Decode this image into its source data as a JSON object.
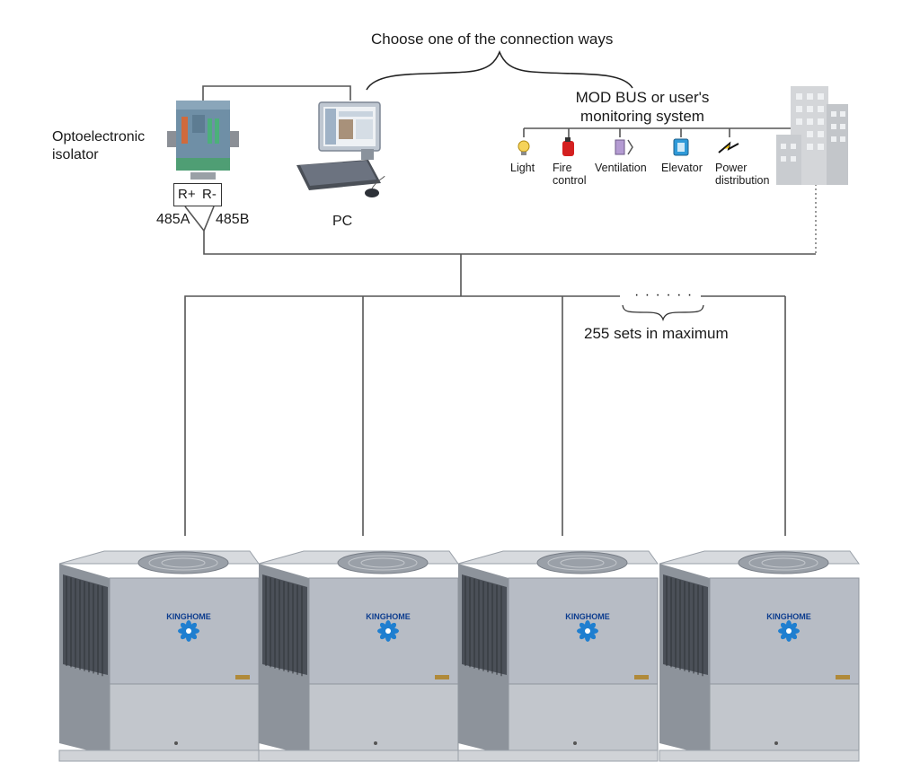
{
  "header": {
    "choose_label": "Choose one of the connection ways"
  },
  "isolator": {
    "label": "Optoelectronic isolator",
    "terminal_plus": "R+",
    "terminal_minus": "R-",
    "line_a": "485A",
    "line_b": "485B"
  },
  "pc": {
    "label": "PC"
  },
  "bms": {
    "title": "MOD BUS or user's monitoring system",
    "systems": [
      {
        "label": "Light",
        "icon": "light-bulb-icon",
        "color": "#f4c430"
      },
      {
        "label": "Fire control",
        "icon": "fire-extinguisher-icon",
        "color": "#d42020"
      },
      {
        "label": "Ventilation",
        "icon": "fan-icon",
        "color": "#a98cc8"
      },
      {
        "label": "Elevator",
        "icon": "elevator-icon",
        "color": "#2f9ad8"
      },
      {
        "label": "Power distribution",
        "icon": "lightning-icon",
        "color": "#e8c200"
      }
    ]
  },
  "bus": {
    "ellipsis": "· · · · · ·",
    "max_label": "255 sets in maximum"
  },
  "units": [
    {
      "brand": "KINGHOME"
    },
    {
      "brand": "KINGHOME"
    },
    {
      "brand": "KINGHOME"
    },
    {
      "brand": "KINGHOME"
    }
  ],
  "colors": {
    "unit_body": "#b7bcc5",
    "brand_blue": "#1f7fd0",
    "line": "#4a4a4a"
  }
}
